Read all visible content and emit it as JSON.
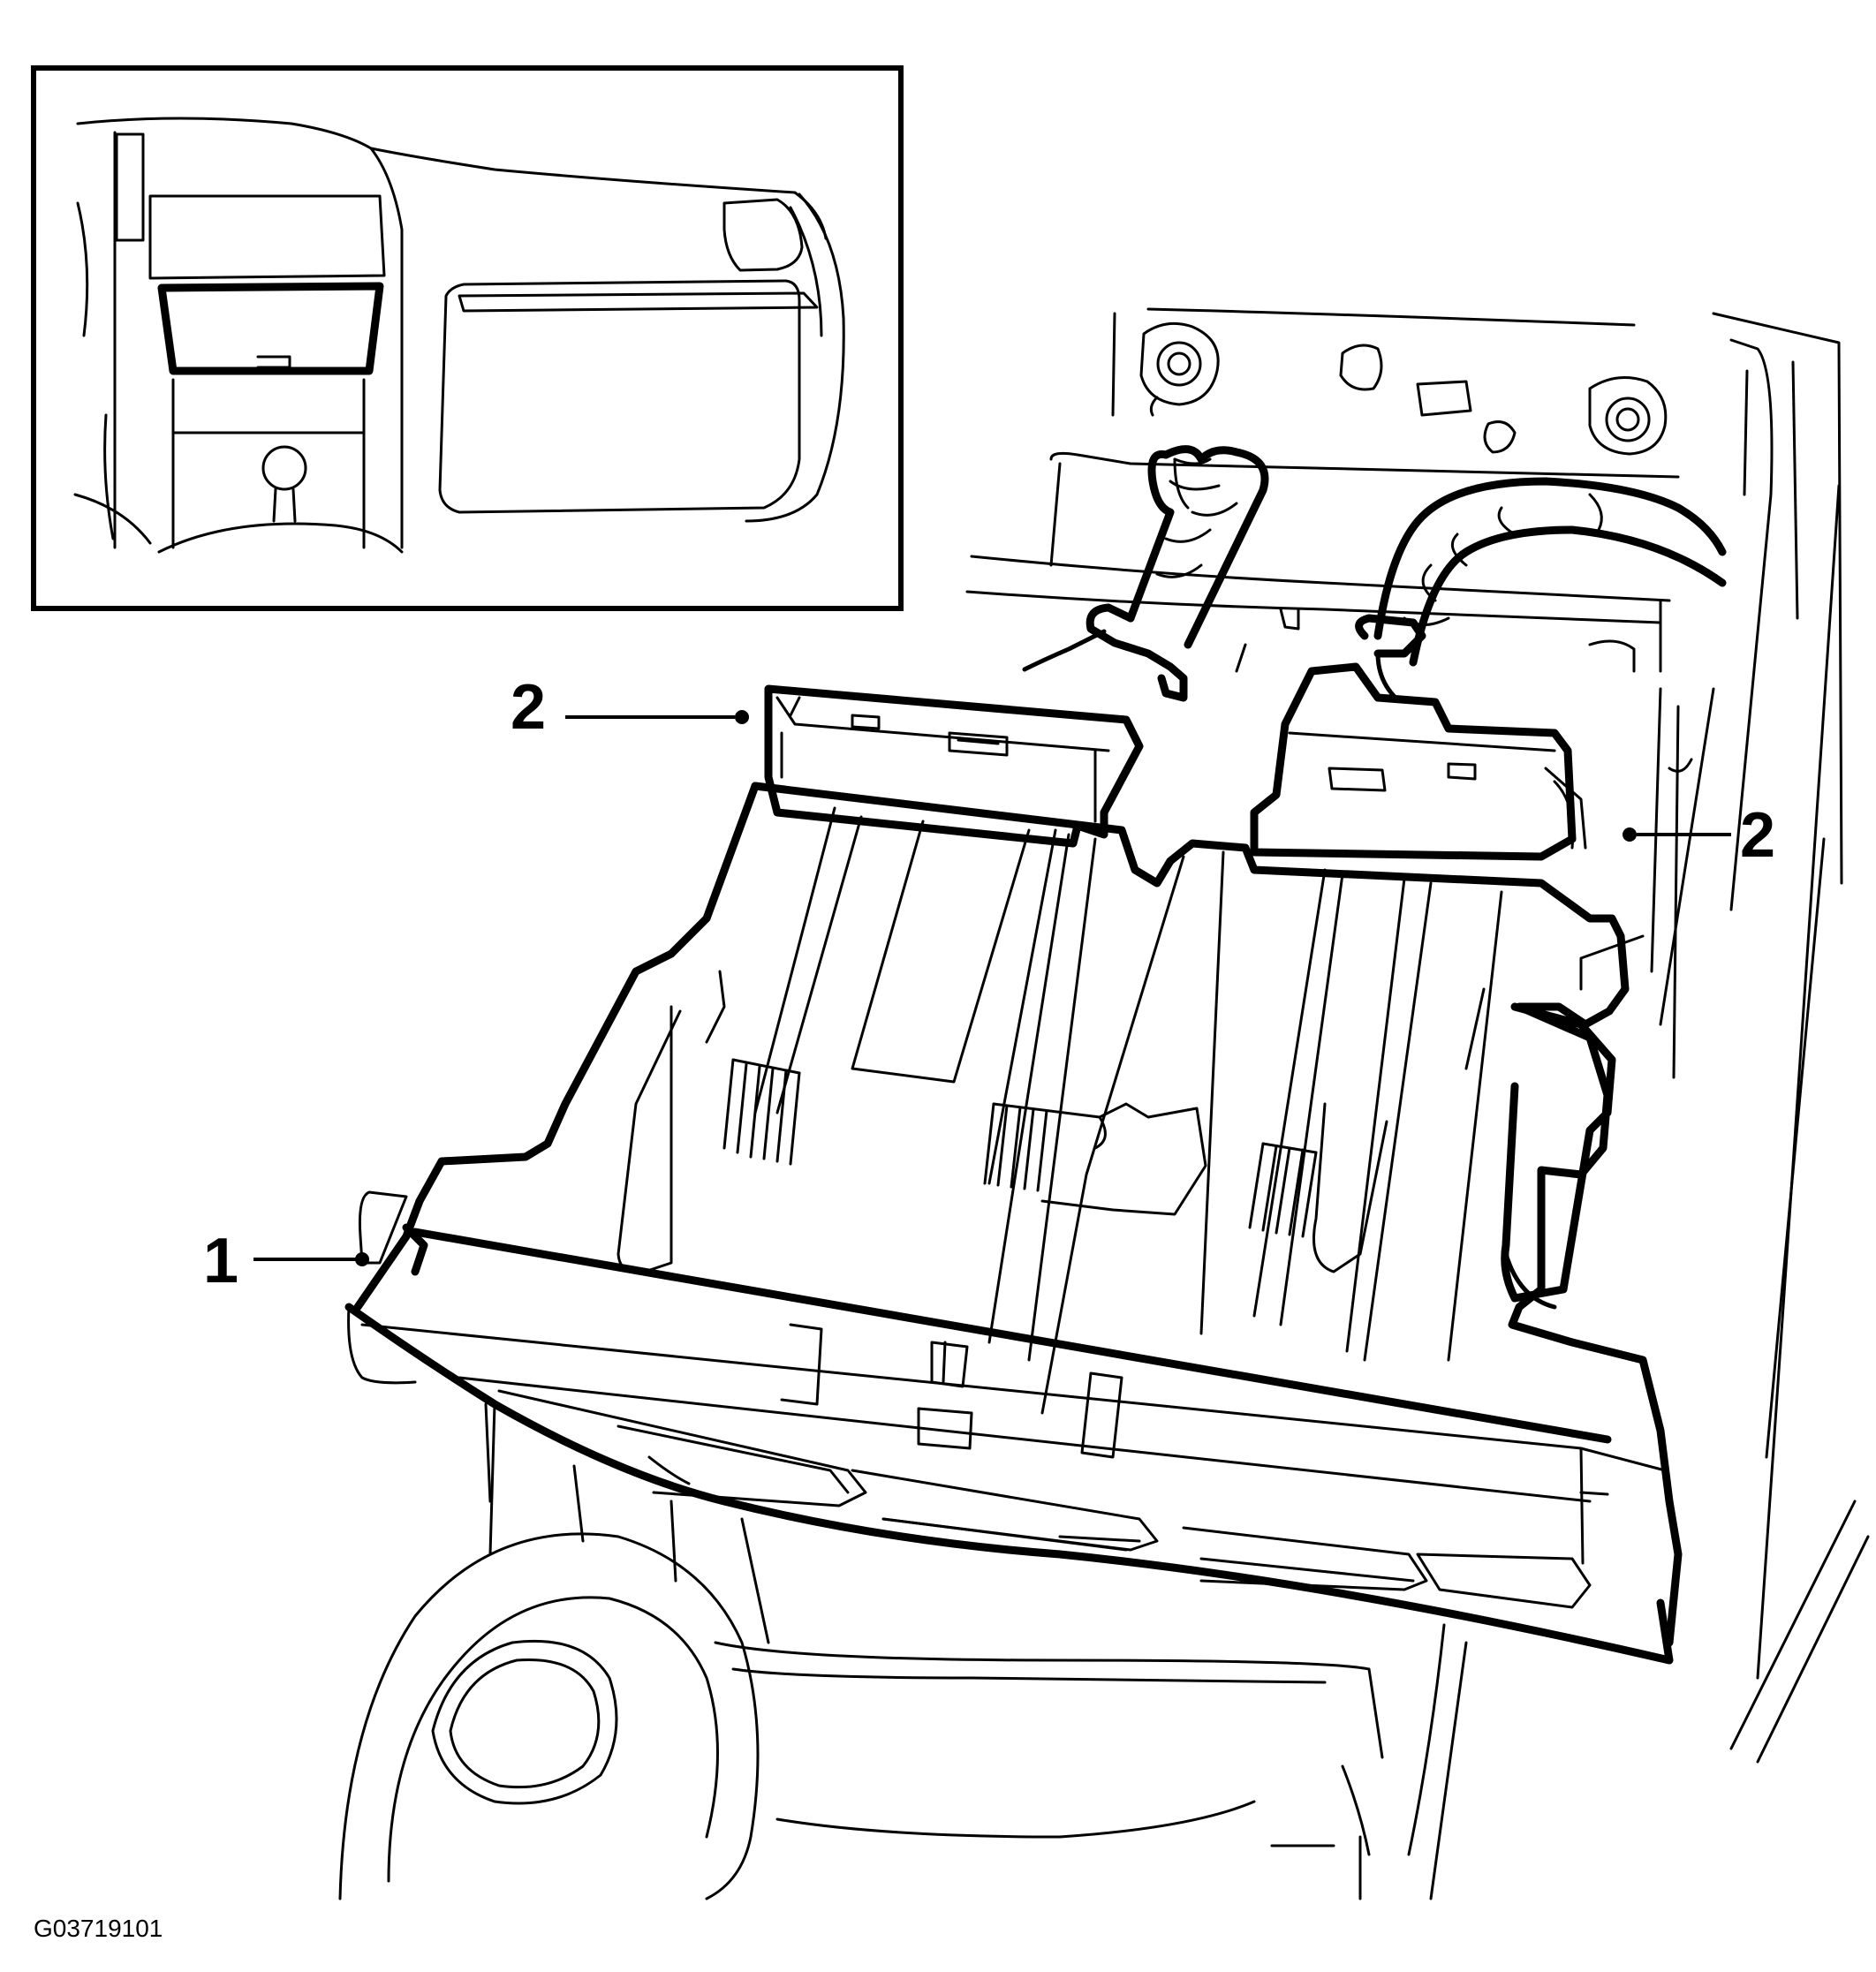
{
  "callouts": [
    {
      "id": "callout-1",
      "label": "1"
    },
    {
      "id": "callout-2-left",
      "label": "2"
    },
    {
      "id": "callout-2-right",
      "label": "2"
    }
  ],
  "figure_id": "G03719101"
}
